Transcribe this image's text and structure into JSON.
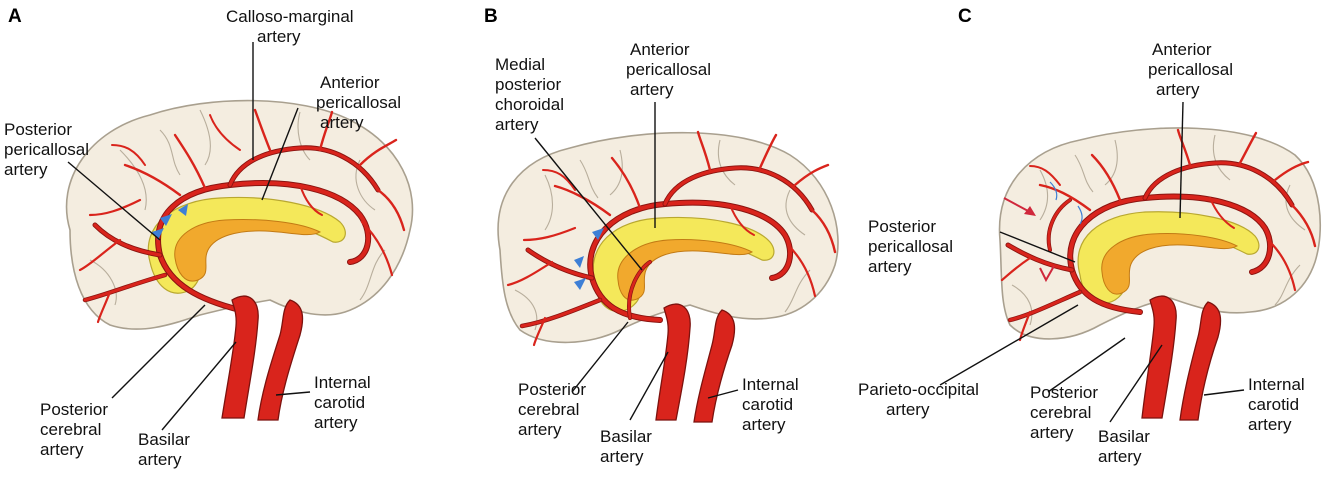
{
  "panels": [
    {
      "letter": "A",
      "labels": {
        "callosomarginal": [
          "Calloso-marginal",
          "artery"
        ],
        "anterior_pericallosal": [
          "Anterior",
          "pericallosal",
          "artery"
        ],
        "posterior_pericallosal": [
          "Posterior",
          "pericallosal",
          "artery"
        ],
        "posterior_cerebral": [
          "Posterior",
          "cerebral",
          "artery"
        ],
        "basilar": [
          "Basilar",
          "artery"
        ],
        "internal_carotid": [
          "Internal",
          "carotid",
          "artery"
        ]
      }
    },
    {
      "letter": "B",
      "labels": {
        "medial_posterior_choroidal": [
          "Medial",
          "posterior",
          "choroidal",
          "artery"
        ],
        "anterior_pericallosal": [
          "Anterior",
          "pericallosal",
          "artery"
        ],
        "posterior_cerebral": [
          "Posterior",
          "cerebral",
          "artery"
        ],
        "basilar": [
          "Basilar",
          "artery"
        ],
        "internal_carotid": [
          "Internal",
          "carotid",
          "artery"
        ]
      }
    },
    {
      "letter": "C",
      "labels": {
        "anterior_pericallosal": [
          "Anterior",
          "pericallosal",
          "artery"
        ],
        "posterior_pericallosal": [
          "Posterior",
          "pericallosal",
          "artery"
        ],
        "parieto_occipital": [
          "Parieto-occipital",
          "artery"
        ],
        "posterior_cerebral": [
          "Posterior",
          "cerebral",
          "artery"
        ],
        "basilar": [
          "Basilar",
          "artery"
        ],
        "internal_carotid": [
          "Internal",
          "carotid",
          "artery"
        ]
      }
    }
  ],
  "colors": {
    "artery": "#d9241c",
    "corpus_callosum": "#f4e85a",
    "fornix": "#f1a92d",
    "brain_surface": "#f4ede0",
    "blue_arrowheads": "#3d7fd6",
    "red_arrow": "#d0283c"
  }
}
